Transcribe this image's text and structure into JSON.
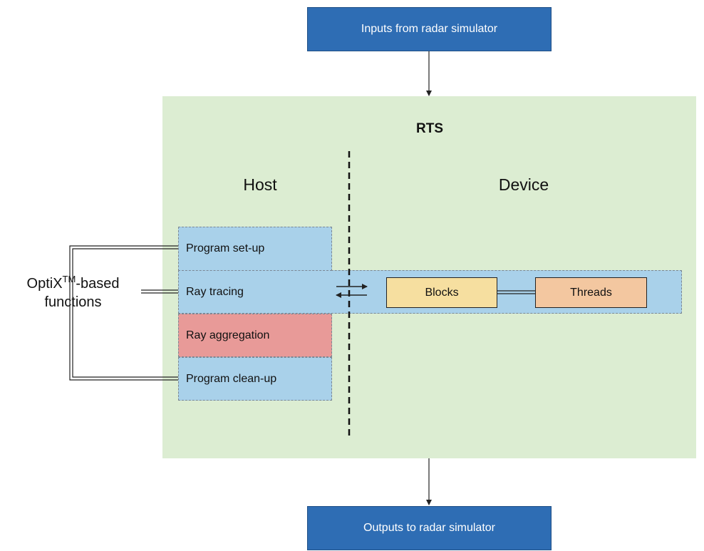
{
  "input_box": {
    "label": "Inputs from radar simulator"
  },
  "output_box": {
    "label": "Outputs to radar simulator"
  },
  "rts": {
    "title": "RTS",
    "host_label": "Host",
    "device_label": "Device"
  },
  "host_steps": [
    {
      "label": "Program set-up"
    },
    {
      "label": "Ray tracing"
    },
    {
      "label": "Ray aggregation"
    },
    {
      "label": "Program clean-up"
    }
  ],
  "device_items": [
    {
      "label": "Blocks"
    },
    {
      "label": "Threads"
    }
  ],
  "side_label": {
    "prefix": "OptiX",
    "superscript": "TM",
    "suffix": "-based",
    "line2": "functions"
  },
  "colors": {
    "io_box": "#2e6db4",
    "rts_background": "#dcedd2",
    "step_blue": "#a9d1ea",
    "step_red": "#e89a98",
    "blocks": "#f6dfa0",
    "threads": "#f3c7a0"
  }
}
